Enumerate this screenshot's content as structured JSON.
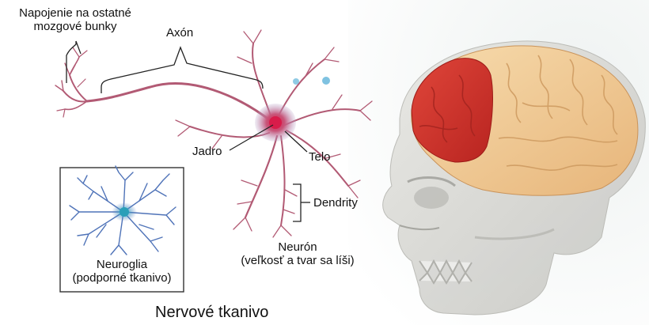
{
  "labels": {
    "connection": [
      "Napojenie na ostatné",
      "mozgové bunky"
    ],
    "axon": "Axón",
    "nucleus": "Jadro",
    "body": "Telo",
    "dendrites": "Dendrity",
    "neuron": [
      "Neurón",
      "(veľkosť a tvar sa líši)"
    ],
    "neuroglia": [
      "Neuroglia",
      "(podporné tkanivo)"
    ],
    "caption": "Nervové tkanivo"
  },
  "colors": {
    "neuron_stroke": "#b25a74",
    "neuron_core": "#d81c4a",
    "glia": "#4f73b8",
    "frontal_lobe": "#d7362c",
    "cortex": "#f2cc97",
    "skull": "#d9d9d5",
    "background": "#eef2ef"
  }
}
